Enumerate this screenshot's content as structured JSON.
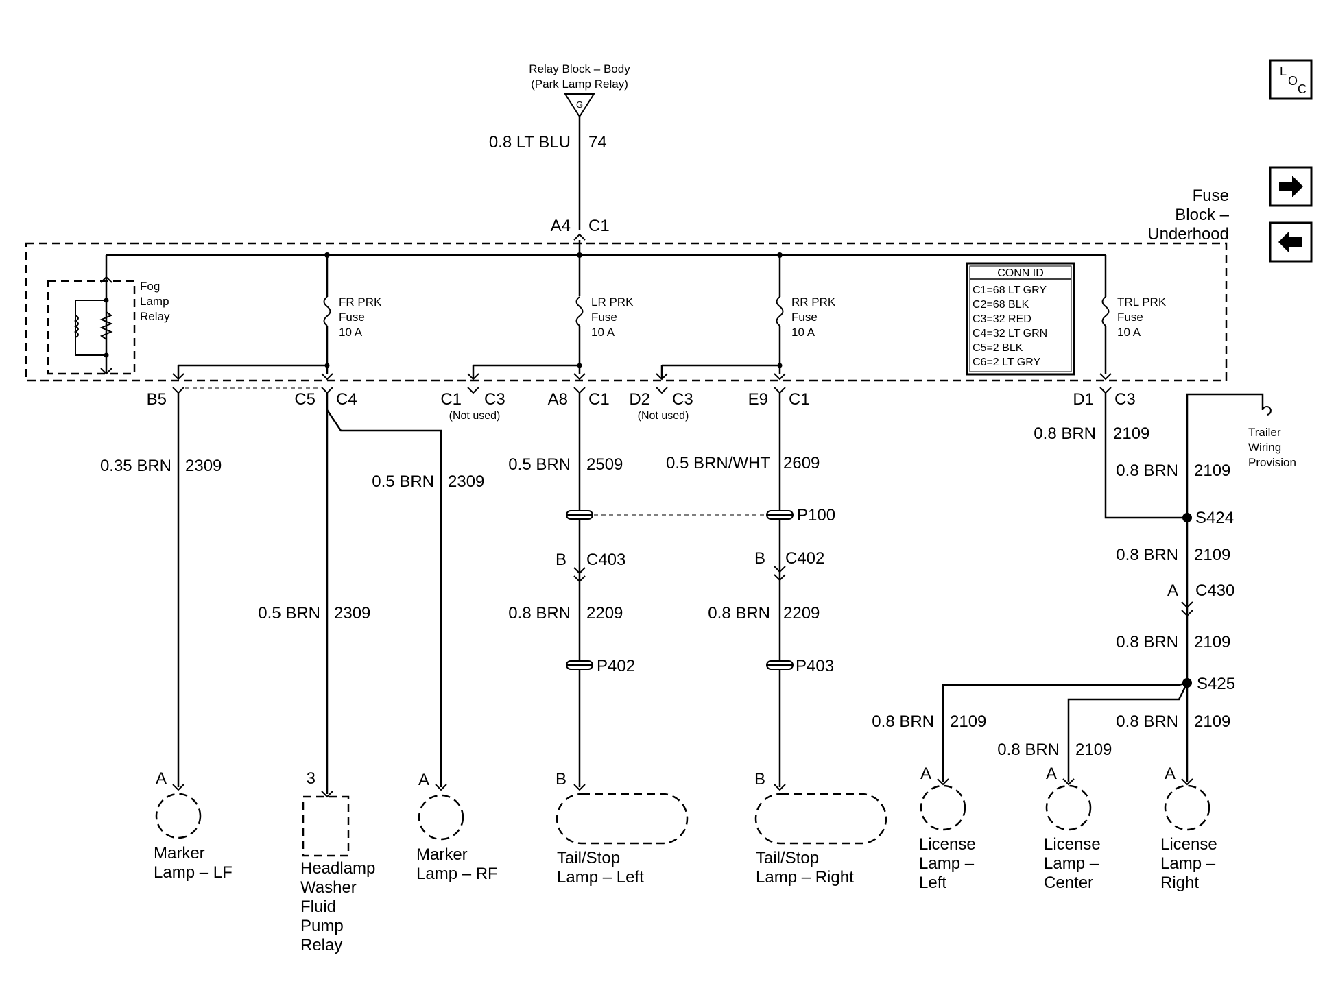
{
  "source": {
    "line1": "Relay Block – Body",
    "line2": "(Park Lamp Relay)",
    "terminal": "G",
    "wire_size": "0.8 LT BLU",
    "circuit": "74"
  },
  "fuse_block": {
    "title": [
      "Fuse",
      "Block –",
      "Underhood"
    ],
    "input": {
      "pin": "A4",
      "conn": "C1"
    },
    "fog_relay": [
      "Fog",
      "Lamp",
      "Relay"
    ],
    "fuses": [
      {
        "name": "FR PRK",
        "sub": "Fuse",
        "rating": "10 A"
      },
      {
        "name": "LR PRK",
        "sub": "Fuse",
        "rating": "10 A"
      },
      {
        "name": "RR PRK",
        "sub": "Fuse",
        "rating": "10 A"
      },
      {
        "name": "TRL PRK",
        "sub": "Fuse",
        "rating": "10 A"
      }
    ],
    "conn_id": {
      "title": "CONN ID",
      "rows": [
        "C1=68 LT GRY",
        "C2=68 BLK",
        "C3=32 RED",
        "C4=32 LT GRN",
        "C5=2 BLK",
        "C6=2 LT GRY"
      ]
    }
  },
  "pins": {
    "b5": "B5",
    "c5": "C5",
    "c4": "C4",
    "c1a": "C1",
    "c3a": "C3",
    "not_used": "(Not used)",
    "a8": "A8",
    "c1b": "C1",
    "d2": "D2",
    "c3b": "C3",
    "e9": "E9",
    "c1c": "C1",
    "d1": "D1",
    "c3c": "C3"
  },
  "wires": [
    {
      "size": "0.35 BRN",
      "circuit": "2309"
    },
    {
      "size": "0.5 BRN",
      "circuit": "2309"
    },
    {
      "size": "0.5 BRN",
      "circuit": "2309"
    },
    {
      "size": "0.5 BRN",
      "circuit": "2509"
    },
    {
      "size": "0.5 BRN/WHT",
      "circuit": "2609"
    },
    {
      "size": "0.8 BRN",
      "circuit": "2209"
    },
    {
      "size": "0.8 BRN",
      "circuit": "2209"
    },
    {
      "size": "0.8 BRN",
      "circuit": "2109"
    },
    {
      "size": "0.8 BRN",
      "circuit": "2109"
    },
    {
      "size": "0.8 BRN",
      "circuit": "2109"
    },
    {
      "size": "0.8 BRN",
      "circuit": "2109"
    },
    {
      "size": "0.8 BRN",
      "circuit": "2109"
    },
    {
      "size": "0.8 BRN",
      "circuit": "2109"
    },
    {
      "size": "0.8 BRN",
      "circuit": "2109"
    }
  ],
  "splices": {
    "p100": "P100",
    "p402": "P402",
    "p403": "P403",
    "s424": "S424",
    "s425": "S425"
  },
  "connectors": {
    "c403": {
      "pin": "B",
      "name": "C403"
    },
    "c402": {
      "pin": "B",
      "name": "C402"
    },
    "c430": {
      "pin": "A",
      "name": "C430"
    }
  },
  "trailer": [
    "Trailer",
    "Wiring",
    "Provision"
  ],
  "loads": [
    {
      "pin": "A",
      "lines": [
        "Marker",
        "Lamp – LF"
      ]
    },
    {
      "pin": "3",
      "lines": [
        "Headlamp",
        "Washer",
        "Fluid",
        "Pump",
        "Relay"
      ]
    },
    {
      "pin": "A",
      "lines": [
        "Marker",
        "Lamp – RF"
      ]
    },
    {
      "pin": "B",
      "lines": [
        "Tail/Stop",
        "Lamp – Left"
      ]
    },
    {
      "pin": "B",
      "lines": [
        "Tail/Stop",
        "Lamp – Right"
      ]
    },
    {
      "pin": "A",
      "lines": [
        "License",
        "Lamp –",
        "Left"
      ]
    },
    {
      "pin": "A",
      "lines": [
        "License",
        "Lamp –",
        "Center"
      ]
    },
    {
      "pin": "A",
      "lines": [
        "License",
        "Lamp –",
        "Right"
      ]
    }
  ],
  "nav": {
    "loc_letters": [
      "L",
      "O",
      "C"
    ],
    "next_icon": "arrow-right-icon",
    "prev_icon": "arrow-left-icon"
  }
}
